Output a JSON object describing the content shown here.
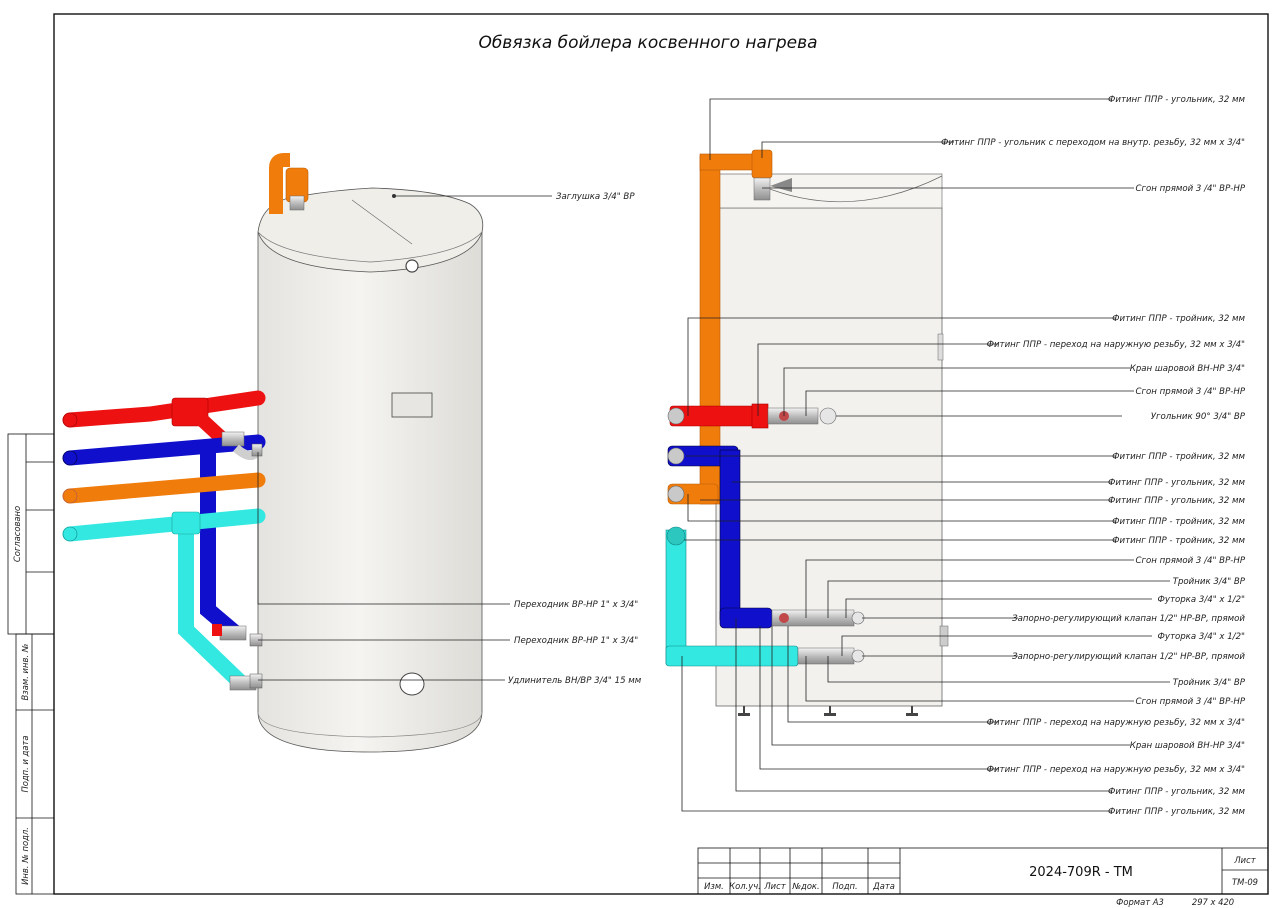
{
  "title": "Обвязка бойлера косвенного нагрева",
  "left_labels": [
    {
      "text": "Заглушка 3/4\" ВР"
    },
    {
      "text": "Переходник ВР-НР 1\" х 3/4\""
    },
    {
      "text": "Переходник ВР-НР 1\" х 3/4\""
    },
    {
      "text": "Удлинитель ВН/ВР 3/4\" 15 мм"
    }
  ],
  "right_labels": [
    {
      "text": "Фитинг ППР - угольник, 32 мм"
    },
    {
      "text": "Фитинг ППР - угольник с переходом на внутр. резьбу, 32 мм х 3/4\""
    },
    {
      "text": "Сгон прямой 3 /4\" ВР-НР"
    },
    {
      "text": "Фитинг ППР - тройник, 32 мм"
    },
    {
      "text": "Фитинг ППР - переход на наружную резьбу, 32 мм х 3/4\""
    },
    {
      "text": "Кран шаровой ВН-НР 3/4\""
    },
    {
      "text": "Сгон прямой 3 /4\" ВР-НР"
    },
    {
      "text": "Угольник 90° 3/4\" ВР"
    },
    {
      "text": "Фитинг ППР - тройник, 32 мм"
    },
    {
      "text": "Фитинг ППР - угольник, 32 мм"
    },
    {
      "text": "Фитинг ППР - угольник, 32 мм"
    },
    {
      "text": "Фитинг ППР - тройник, 32 мм"
    },
    {
      "text": "Фитинг ППР - тройник, 32 мм"
    },
    {
      "text": "Сгон прямой 3 /4\" ВР-НР"
    },
    {
      "text": "Тройник 3/4\" ВР"
    },
    {
      "text": "Футорка 3/4\" х 1/2\""
    },
    {
      "text": "Запорно-регулирующий клапан 1/2\" НР-ВР, прямой"
    },
    {
      "text": "Футорка 3/4\" х 1/2\""
    },
    {
      "text": "Запорно-регулирующий клапан 1/2\" НР-ВР, прямой"
    },
    {
      "text": "Тройник 3/4\" ВР"
    },
    {
      "text": "Сгон прямой 3 /4\" ВР-НР"
    },
    {
      "text": "Фитинг ППР - переход на наружную резьбу, 32 мм х 3/4\""
    },
    {
      "text": "Кран шаровой ВН-НР 3/4\""
    },
    {
      "text": "Фитинг ППР - переход на наружную резьбу, 32 мм х 3/4\""
    },
    {
      "text": "Фитинг ППР - угольник, 32 мм"
    },
    {
      "text": "Фитинг ППР - угольник, 32 мм"
    }
  ],
  "stamp": {
    "columns": [
      "Изм.",
      "Кол.уч.",
      "Лист",
      "№док.",
      "Подп.",
      "Дата"
    ],
    "code": "2024-709R - ТМ",
    "sheet_label": "Лист",
    "sheet_value": "ТМ-09",
    "format": "Формат А3",
    "size": "297 х 420"
  },
  "side_labels": [
    "Согласовано",
    "Взам. инв. №",
    "Подп. и дата",
    "Инв. № подл."
  ],
  "colors": {
    "red": "#ee1111",
    "blue": "#1010cc",
    "orange": "#f07c0c",
    "cyan": "#33e8e0",
    "tank": "#f1f0ec",
    "metal": "#c9c9c9"
  }
}
